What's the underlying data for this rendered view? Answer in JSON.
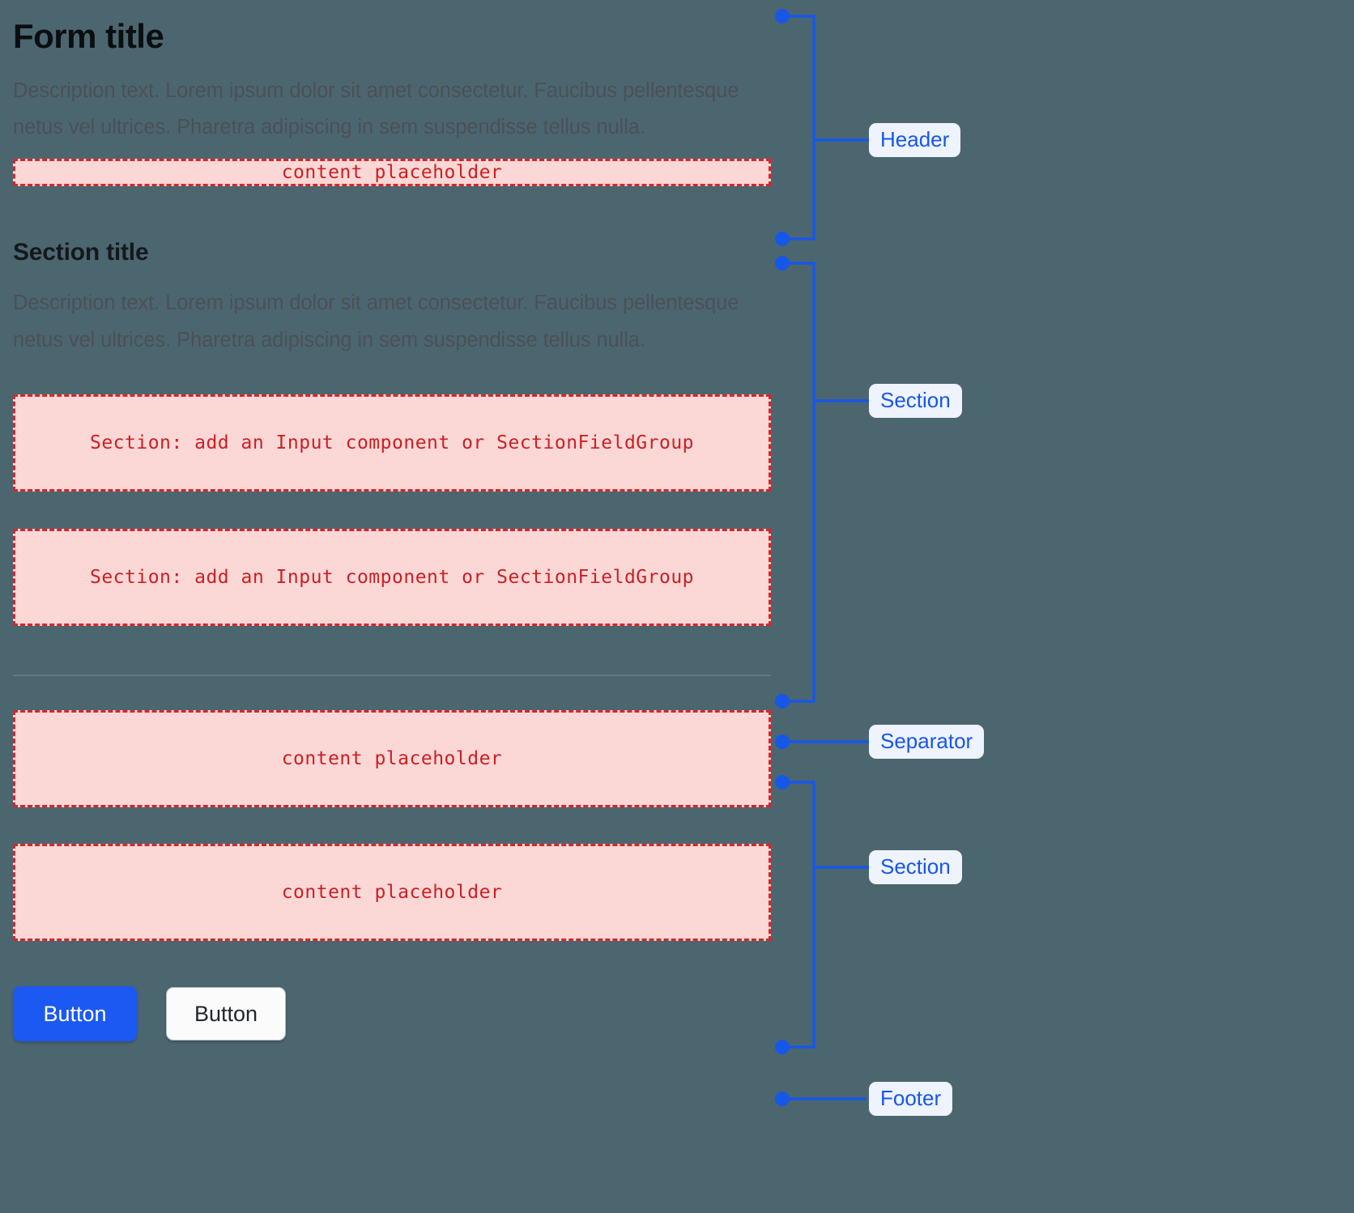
{
  "theme": {
    "background": "#4c6670",
    "annotation_blue": "#1757e8",
    "chip_background": "#eef3fe",
    "placeholder_fill": "#fbd8d6",
    "placeholder_border": "#d7262a",
    "placeholder_text": "#cc1f24",
    "primary_button": "#1b59f2",
    "secondary_button": "#fbfbfb",
    "title_color": "#0b0e11",
    "description_color": "#4b5056",
    "separator_color": "#7d7f94"
  },
  "header": {
    "title": "Form title",
    "description": "Description text. Lorem ipsum dolor sit amet consectetur. Faucibus pellentesque netus vel ultrices. Pharetra adipiscing in sem suspendisse tellus nulla.",
    "placeholder": "content placeholder"
  },
  "section_one": {
    "title": "Section title",
    "description": "Description text. Lorem ipsum dolor sit amet consectetur. Faucibus pellentesque netus vel ultrices. Pharetra adipiscing in sem suspendisse tellus nulla.",
    "placeholders": [
      "Section: add an Input component or SectionFieldGroup",
      "Section: add an Input component or SectionFieldGroup"
    ]
  },
  "section_two": {
    "placeholders": [
      "content placeholder",
      "content placeholder"
    ]
  },
  "footer": {
    "buttons": [
      {
        "label": "Button",
        "variant": "primary"
      },
      {
        "label": "Button",
        "variant": "secondary"
      }
    ]
  },
  "annotations": [
    {
      "label": "Header",
      "kind": "bracket"
    },
    {
      "label": "Section",
      "kind": "bracket"
    },
    {
      "label": "Separator",
      "kind": "pointer"
    },
    {
      "label": "Section",
      "kind": "bracket"
    },
    {
      "label": "Footer",
      "kind": "pointer"
    }
  ]
}
